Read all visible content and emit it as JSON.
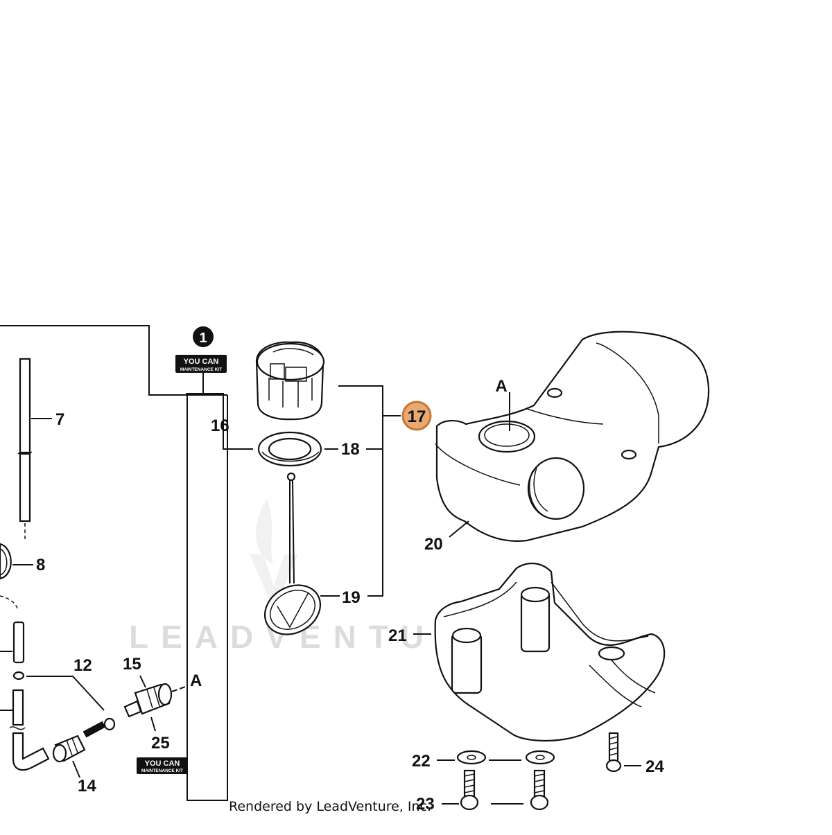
{
  "diagram": {
    "footer": "Rendered by LeadVenture, Inc.",
    "watermark": "LEADVENTURE",
    "kit_badge": {
      "number": "1",
      "brand": "YOU CAN",
      "subtitle": "MAINTENANCE KIT"
    },
    "labels": {
      "p7": "7",
      "p8": "8",
      "p12": "12",
      "p14": "14",
      "p15": "15",
      "p16": "16",
      "p17": "17",
      "p18": "18",
      "p19": "19",
      "p20": "20",
      "p21": "21",
      "p22": "22",
      "p23": "23",
      "p24": "24",
      "p25": "25",
      "refA_top": "A",
      "refA_left": "A"
    },
    "highlight_color": "#e8a870",
    "highlight_stroke": "#c0783a"
  }
}
